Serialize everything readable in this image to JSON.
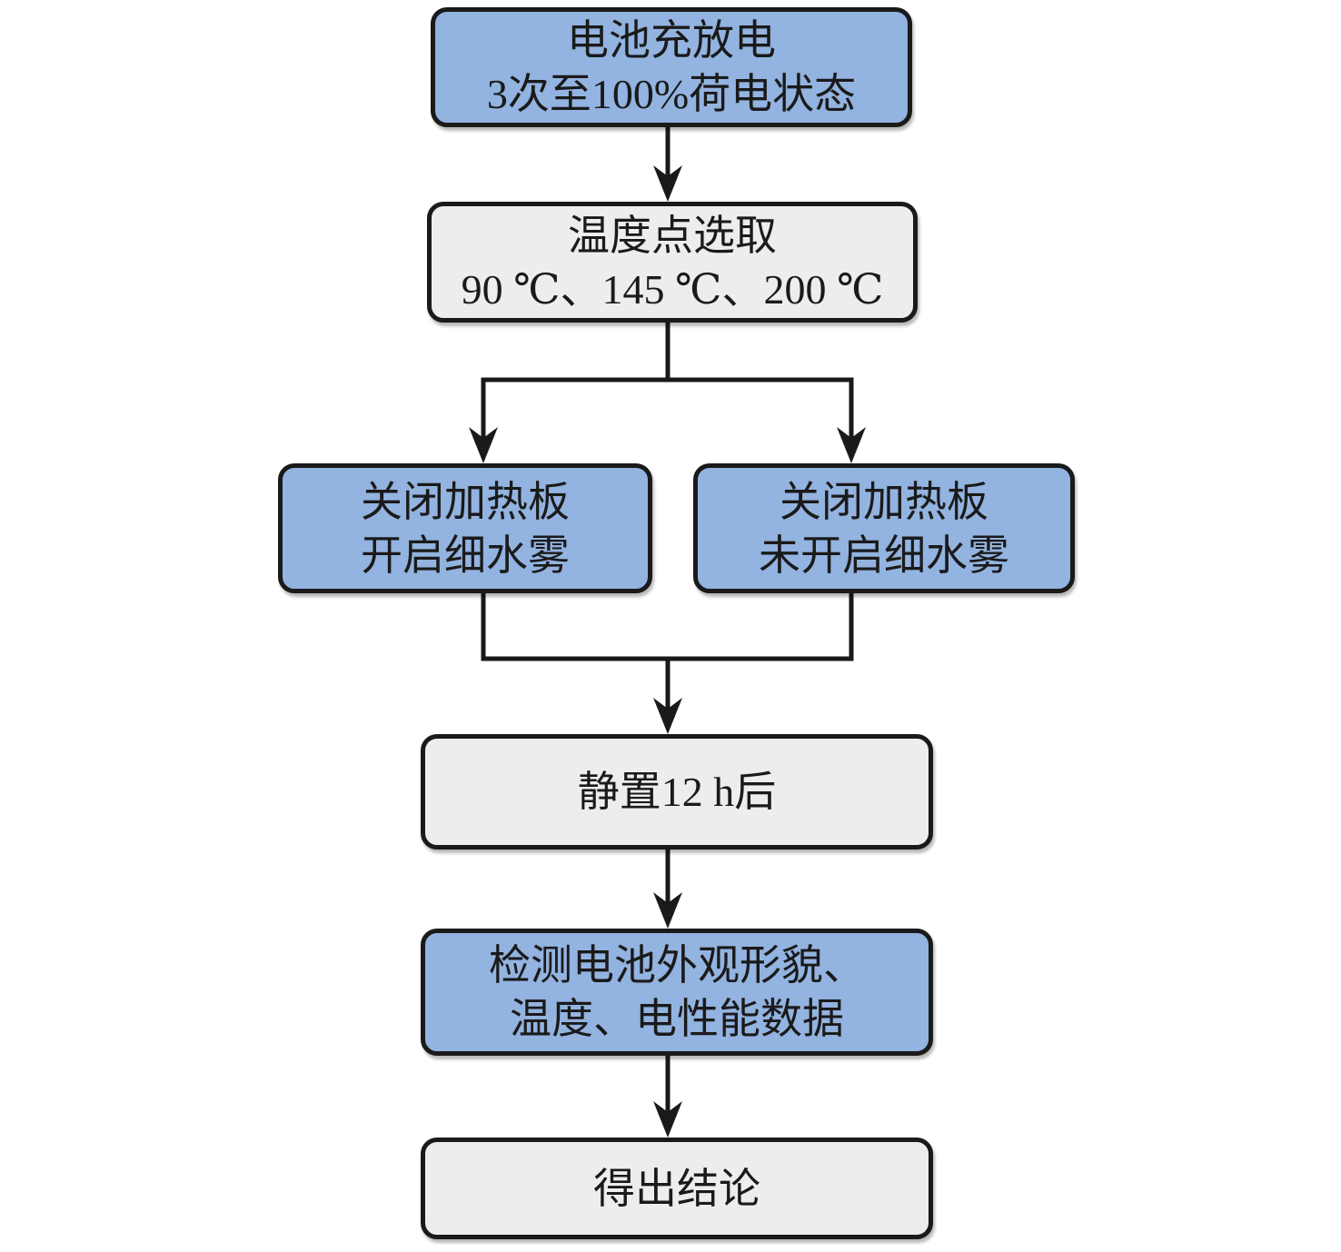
{
  "diagram_type": "flowchart",
  "colors": {
    "process_box_fill": "#93b3e0",
    "terminal_box_fill": "#ededeb",
    "box_border": "#1a1a1a",
    "connector": "#1a1a1a",
    "text": "#1a1a1a",
    "background": "#ffffff"
  },
  "nodes": [
    {
      "id": "battery-cycling",
      "style": "blue",
      "lines": [
        "电池充放电",
        "3次至100%荷电状态"
      ]
    },
    {
      "id": "temperature-selection",
      "style": "gray",
      "lines": [
        "温度点选取",
        "90 ℃、145 ℃、200 ℃"
      ]
    },
    {
      "id": "heater-off-mist-on",
      "style": "blue",
      "lines": [
        "关闭加热板",
        "开启细水雾"
      ]
    },
    {
      "id": "heater-off-mist-off",
      "style": "blue",
      "lines": [
        "关闭加热板",
        "未开启细水雾"
      ]
    },
    {
      "id": "rest-12h",
      "style": "gray",
      "lines": [
        "静置12 h后"
      ]
    },
    {
      "id": "inspection",
      "style": "blue",
      "lines": [
        "检测电池外观形貌、",
        "温度、电性能数据"
      ]
    },
    {
      "id": "conclusion",
      "style": "gray",
      "lines": [
        "得出结论"
      ]
    }
  ],
  "edges": [
    {
      "from": "battery-cycling",
      "to": "temperature-selection",
      "arrow": true
    },
    {
      "from": "temperature-selection",
      "to": "heater-off-mist-on",
      "arrow": true
    },
    {
      "from": "temperature-selection",
      "to": "heater-off-mist-off",
      "arrow": true
    },
    {
      "from": "heater-off-mist-on",
      "to": "rest-12h",
      "arrow": true
    },
    {
      "from": "heater-off-mist-off",
      "to": "rest-12h",
      "arrow": true
    },
    {
      "from": "rest-12h",
      "to": "inspection",
      "arrow": true
    },
    {
      "from": "inspection",
      "to": "conclusion",
      "arrow": true
    }
  ]
}
